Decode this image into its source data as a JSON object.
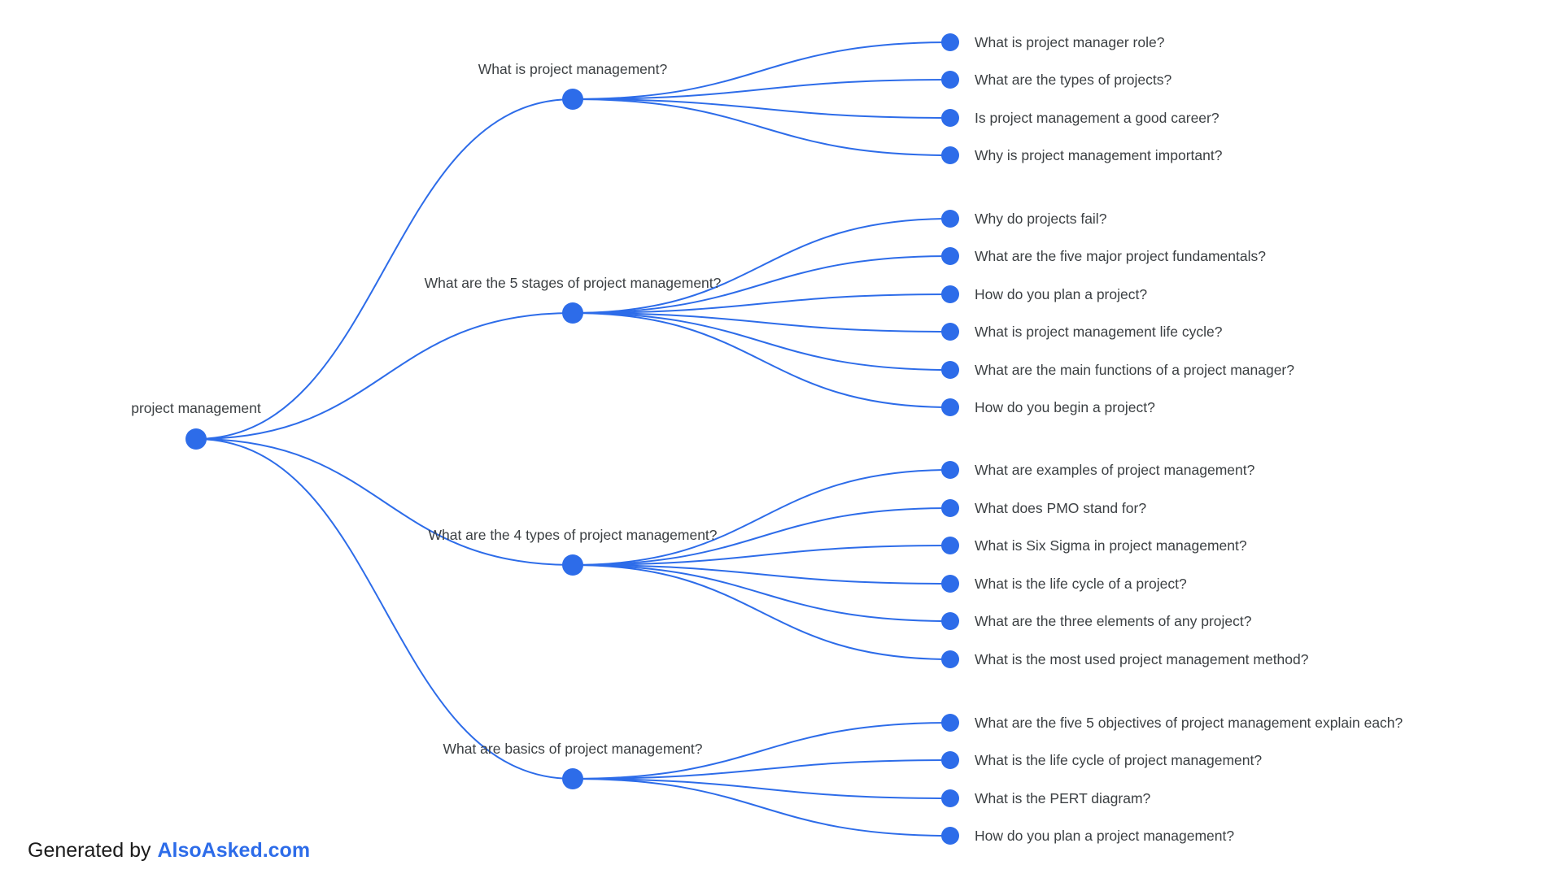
{
  "theme": {
    "accent_blue": "#2d6ce9",
    "text_color": "#3c4043",
    "background": "#ffffff"
  },
  "footer": {
    "prefix": "Generated by",
    "brand": "AlsoAsked.com"
  },
  "tree": {
    "root": {
      "label": "project management"
    },
    "branches": [
      {
        "label": "What is project management?",
        "children": [
          {
            "label": "What is project manager role?"
          },
          {
            "label": "What are the types of projects?"
          },
          {
            "label": "Is project management a good career?"
          },
          {
            "label": "Why is project management important?"
          }
        ]
      },
      {
        "label": "What are the 5 stages of project management?",
        "children": [
          {
            "label": "Why do projects fail?"
          },
          {
            "label": "What are the five major project fundamentals?"
          },
          {
            "label": "How do you plan a project?"
          },
          {
            "label": "What is project management life cycle?"
          },
          {
            "label": "What are the main functions of a project manager?"
          },
          {
            "label": "How do you begin a project?"
          }
        ]
      },
      {
        "label": "What are the 4 types of project management?",
        "children": [
          {
            "label": "What are examples of project management?"
          },
          {
            "label": "What does PMO stand for?"
          },
          {
            "label": "What is Six Sigma in project management?"
          },
          {
            "label": "What is the life cycle of a project?"
          },
          {
            "label": "What are the three elements of any project?"
          },
          {
            "label": "What is the most used project management method?"
          }
        ]
      },
      {
        "label": "What are basics of project management?",
        "children": [
          {
            "label": "What are the five 5 objectives of project management explain each?"
          },
          {
            "label": "What is the life cycle of project management?"
          },
          {
            "label": "What is the PERT diagram?"
          },
          {
            "label": "How do you plan a project management?"
          }
        ]
      }
    ]
  }
}
